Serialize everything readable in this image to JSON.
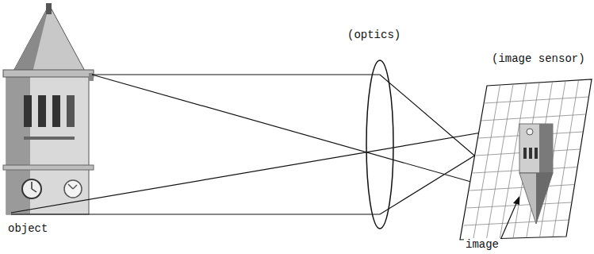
{
  "diagram": {
    "labels": [
      "(optics)",
      "(image sensor)",
      "object",
      "image"
    ]
  }
}
